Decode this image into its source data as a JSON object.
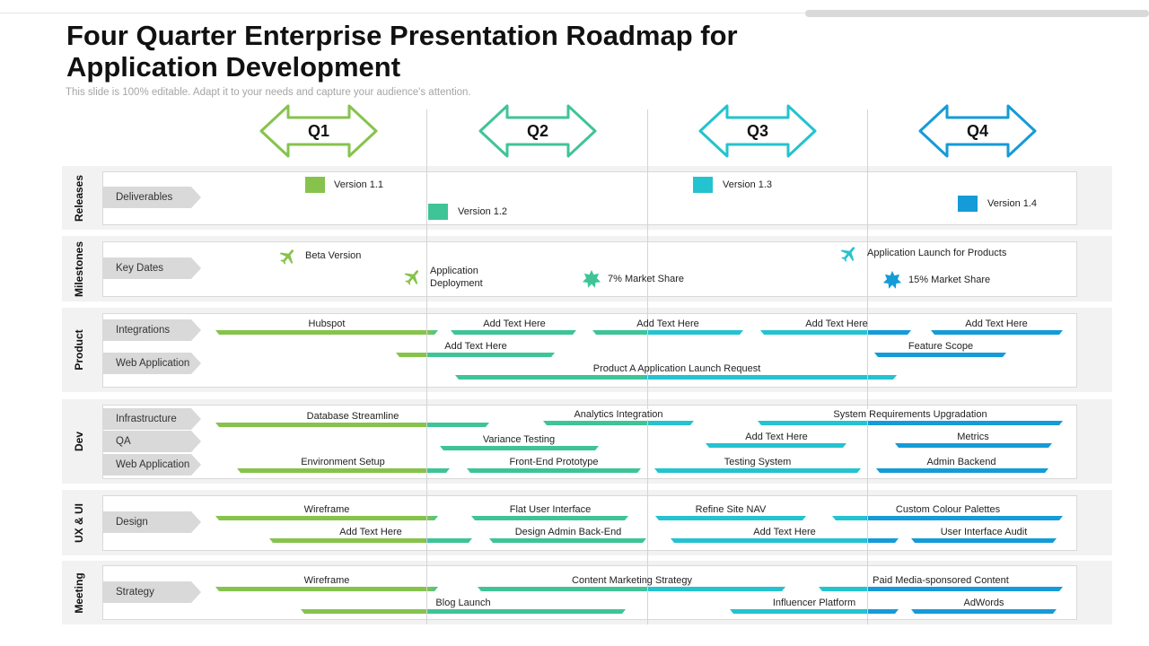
{
  "title": "Four Quarter Enterprise Presentation Roadmap for Application Development",
  "subtitle": "This slide is 100% editable. Adapt it to your needs and capture your audience's attention.",
  "quarters": [
    {
      "label": "Q1",
      "color": "#86c34c"
    },
    {
      "label": "Q2",
      "color": "#3fc497"
    },
    {
      "label": "Q3",
      "color": "#23c3cf"
    },
    {
      "label": "Q4",
      "color": "#159bd7"
    }
  ],
  "sections": {
    "releases": "Releases",
    "milestones": "Milestones",
    "product": "Product",
    "dev": "Dev",
    "uxui": "UX & UI",
    "meeting": "Meeting"
  },
  "rows": {
    "deliverables": "Deliverables",
    "key_dates": "Key Dates",
    "integrations": "Integrations",
    "web_application": "Web Application",
    "infrastructure": "Infrastructure",
    "qa": "QA",
    "web_application_dev": "Web Application",
    "design": "Design",
    "strategy": "Strategy"
  },
  "releases": [
    {
      "label": "Version 1.1",
      "color": "#86c34c"
    },
    {
      "label": "Version 1.2",
      "color": "#3fc497"
    },
    {
      "label": "Version 1.3",
      "color": "#23c3cf"
    },
    {
      "label": "Version 1.4",
      "color": "#159bd7"
    }
  ],
  "milestones": [
    {
      "label": "Beta Version",
      "icon": "airplane-icon",
      "color": "#86c34c"
    },
    {
      "label": "Application Deployment",
      "icon": "airplane-icon",
      "color": "#86c34c"
    },
    {
      "label": "7% Market Share",
      "icon": "star-icon",
      "color": "#3fc497"
    },
    {
      "label": "Application Launch for Products",
      "icon": "airplane-icon",
      "color": "#23c3cf"
    },
    {
      "label": "15% Market Share",
      "icon": "star-icon",
      "color": "#159bd7"
    }
  ],
  "tasks": {
    "product": [
      "Hubspot",
      "Add Text Here",
      "Add Text Here",
      "Add Text Here",
      "Add Text Here",
      "Add Text Here",
      "Feature Scope",
      "Product A Application Launch Request"
    ],
    "dev": [
      "Database Streamline",
      "Analytics Integration",
      "System Requirements Upgradation",
      "Variance Testing",
      "Add Text Here",
      "Metrics",
      "Environment Setup",
      "Front-End Prototype",
      "Testing System",
      "Admin Backend"
    ],
    "uxui": [
      "Wireframe",
      "Flat User Interface",
      "Refine Site NAV",
      "Custom Colour Palettes",
      "Add Text Here",
      "Design Admin Back-End",
      "Add Text Here",
      "User Interface Audit"
    ],
    "meeting": [
      "Wireframe",
      "Content Marketing Strategy",
      "Paid Media-sponsored Content",
      "Blog Launch",
      "Influencer Platform",
      "AdWords"
    ]
  }
}
